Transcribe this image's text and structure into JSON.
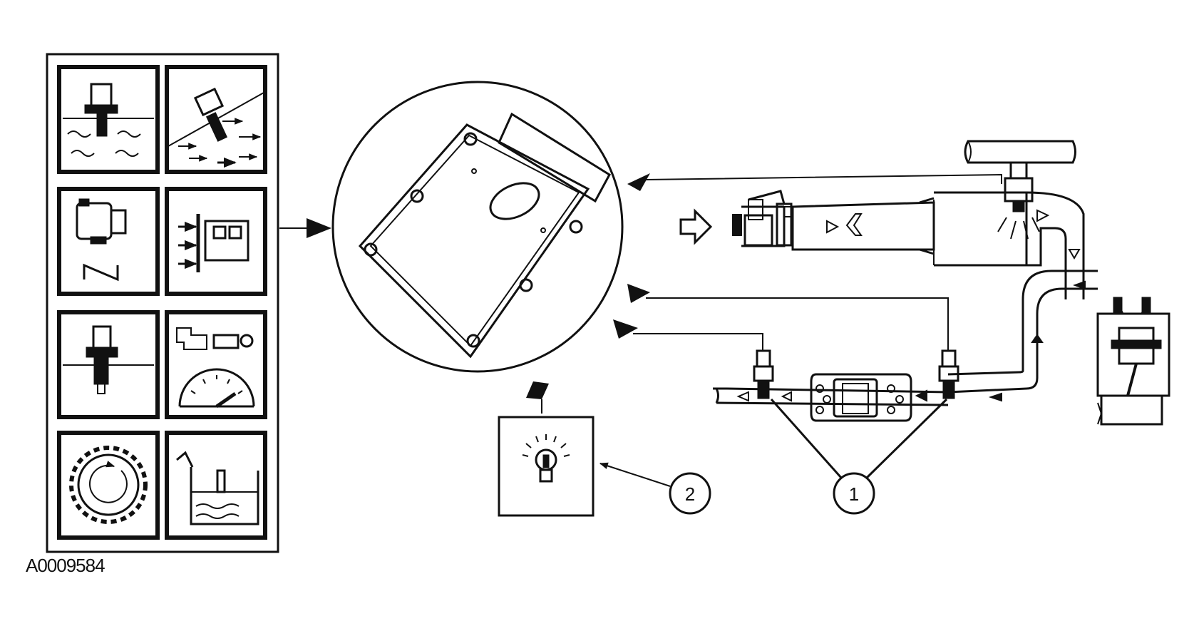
{
  "figure": {
    "code": "A0009584"
  },
  "callouts": [
    {
      "id": "1",
      "label": "1"
    },
    {
      "id": "2",
      "label": "2"
    }
  ],
  "colors": {
    "ink": "#111111",
    "paper": "#ffffff"
  },
  "icons": {
    "sensor_panel": [
      "coolant-temperature-sensor-icon",
      "intake-air-temperature-sensor-icon",
      "throttle-position-sensor-icon",
      "map-sensor-icon",
      "oil-temperature-sensor-icon",
      "vehicle-speed-sensor-icon",
      "crankshaft-position-sensor-icon",
      "fuel-level-sensor-icon"
    ],
    "pcm": "pcm-module-icon",
    "warning_lamp": "malfunction-indicator-lamp-icon",
    "catalytic_converter": "catalytic-converter-icon",
    "oxygen_sensors": "oxygen-sensor-icon",
    "intake": "intake-manifold-icon",
    "injector": "fuel-injector-icon",
    "engine": "engine-cylinder-icon"
  }
}
